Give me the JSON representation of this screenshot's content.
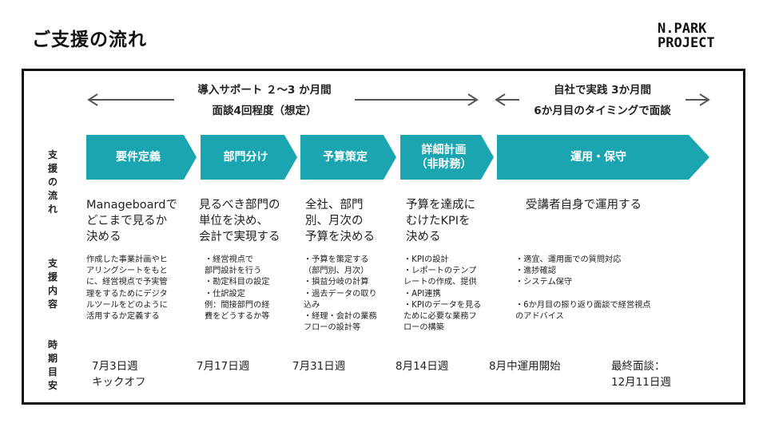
{
  "page": {
    "title": "ご支援の流れ"
  },
  "logo": {
    "line1": "N.PARK",
    "line2": "PROJECT"
  },
  "colors": {
    "accent": "#1aa5b0",
    "frame": "#111111",
    "arrow": "#555555"
  },
  "periods": {
    "support": {
      "line1": "導入サポート ２〜3 か月間",
      "line2": "面談4回程度（想定）"
    },
    "self": {
      "line1": "自社で実践 3か月間",
      "line2": "6か月目のタイミングで面談"
    }
  },
  "row_labels": {
    "flow": "支\n援\nの\n流\nれ",
    "content": "支\n援\n内\n容",
    "timing": "時\n期\n目\n安"
  },
  "steps": [
    {
      "name": "要件定義",
      "flow": "Manageboardで\nどこまで見るか\n決める",
      "content": "作成した事業計画やヒ\nアリングシートをもと\nに、経営視点で予実管\n理をするためにデジタ\nルツールをどのように\n活用するか定義する",
      "timing": "7月3日週\nキックオフ"
    },
    {
      "name": "部門分け",
      "flow": "見るべき部門の\n単位を決め、\n会計で実現する",
      "content": "・経営視点で\n部門設計を行う\n・勘定科目の設定\n・仕訳設定\n例：間接部門の経\n費をどうするか等",
      "timing": "7月17日週"
    },
    {
      "name": "予算策定",
      "flow": "全社、部門\n別、月次の\n予算を決める",
      "content": "・予算を策定する\n（部門別、月次）\n・損益分岐の計算\n・過去データの取り\n込み\n・経理・会計の業務\nフローの設計等",
      "timing": "7月31日週"
    },
    {
      "name": "詳細計画\n（非財務）",
      "flow": "予算を達成に\nむけたKPIを\n決める",
      "content": "・KPIの設計\n・レポートのテンプ\nレートの作成、提供\n・API連携\n・KPIのデータを見る\nために必要な業務フ\nローの構築",
      "timing": "8月14日週"
    },
    {
      "name": "運用・保守",
      "flow": "受講者自身で運用する",
      "content": "・適宜、運用面での質問対応\n・進捗確認\n・システム保守\n\n・6か月目の振り返り面談で経営視点\nのアドバイス",
      "timing": "8月中運用開始",
      "timing_extra": "最終面談：\n12月11日週"
    }
  ]
}
